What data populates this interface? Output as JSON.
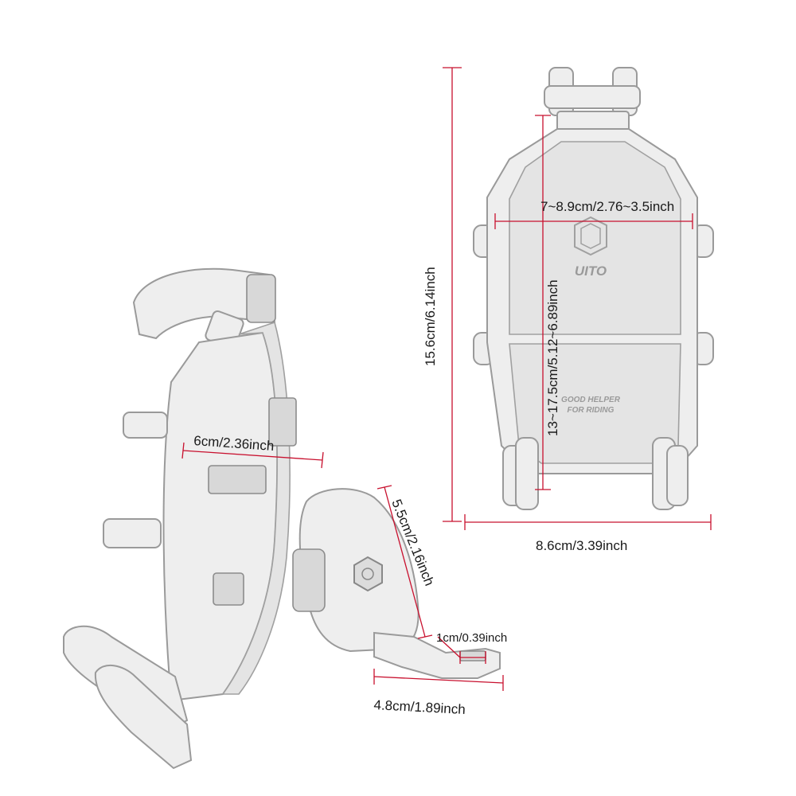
{
  "dimensions": {
    "front_total_height": "15.6cm/6.14inch",
    "front_clamp_height": "13~17.5cm/5.12~6.89inch",
    "front_clamp_width": "7~8.9cm/2.76~3.5inch",
    "front_base_width": "8.6cm/3.39inch",
    "side_depth": "6cm/2.36inch",
    "arm_length": "5.5cm/2.16inch",
    "slot_width": "1cm/0.39inch",
    "base_length": "4.8cm/1.89inch"
  },
  "product_text": {
    "brand": "UITO",
    "slogan_line1": "GOOD HELPER",
    "slogan_line2": "FOR RIDING"
  },
  "colors": {
    "dimension_line": "#c8102e",
    "outline": "#9a9a9a",
    "fill": "#eeeeee"
  }
}
